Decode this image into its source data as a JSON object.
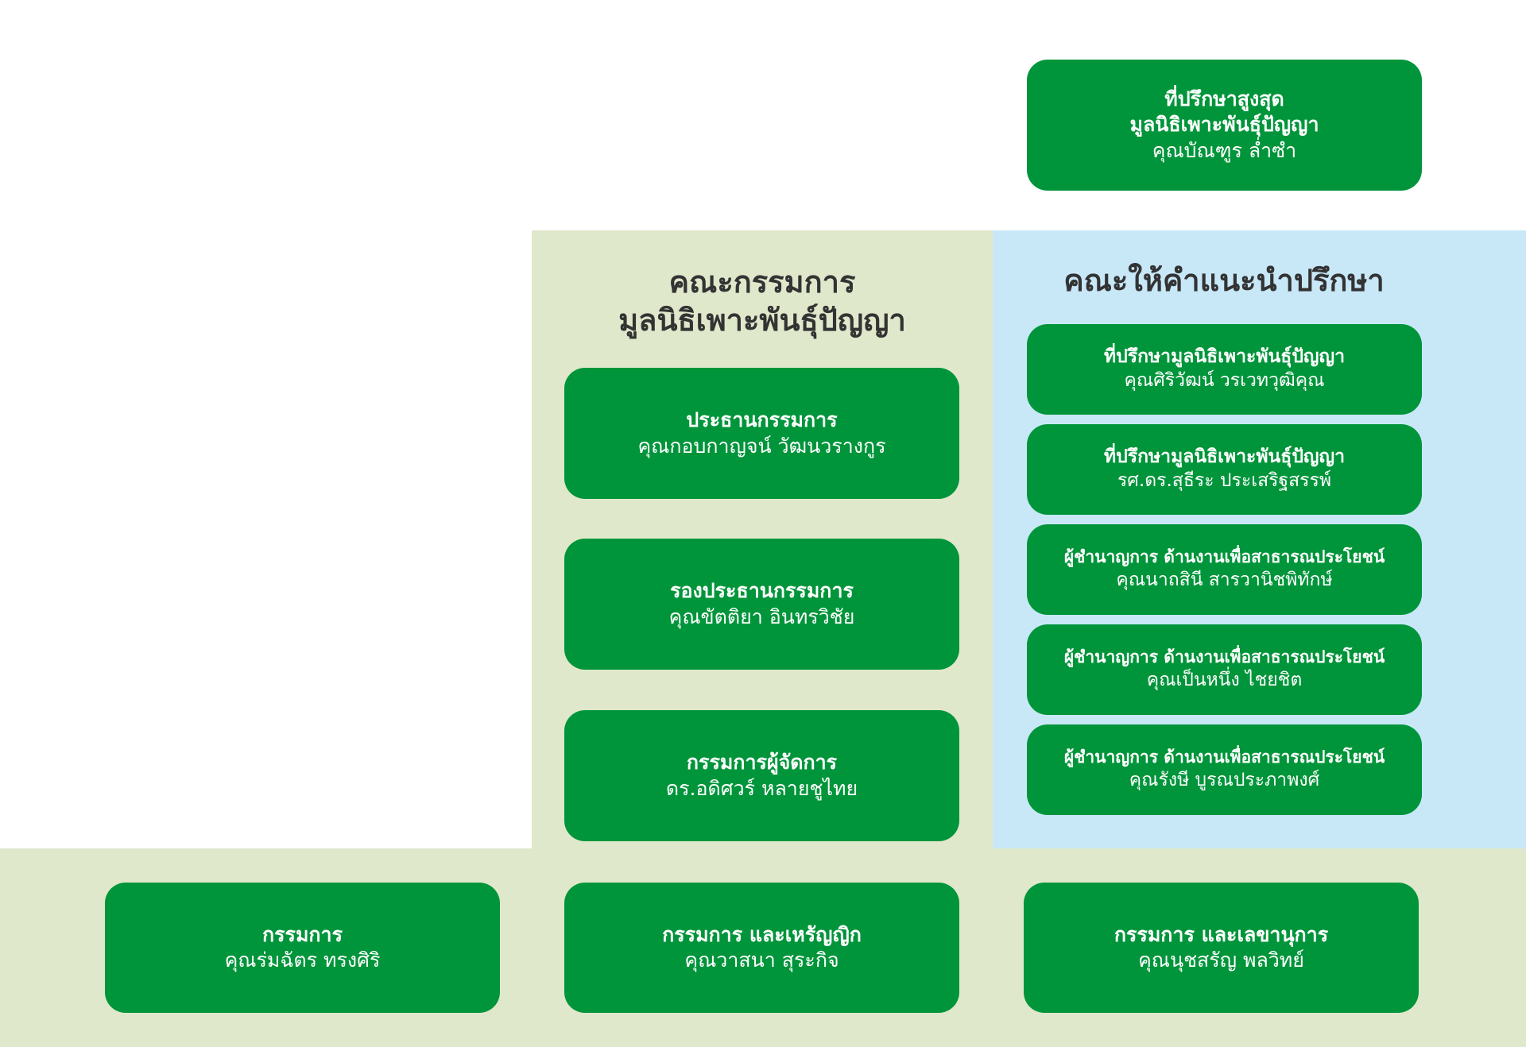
{
  "top_advisor": {
    "role_line1": "ที่ปรึกษาสูงสุด",
    "role_line2": "มูลนิธิเพาะพันธุ์ปัญญา",
    "name": "คุณบัณฑูร ล่ำซำ"
  },
  "board": {
    "title_line1": "คณะกรรมการ",
    "title_line2": "มูลนิธิเพาะพันธุ์ปัญญา",
    "members": [
      {
        "role": "ประธานกรรมการ",
        "name": "คุณกอบกาญจน์ วัฒนวรางกูร"
      },
      {
        "role": "รองประธานกรรมการ",
        "name": "คุณขัตติยา อินทรวิชัย"
      },
      {
        "role": "กรรมการผู้จัดการ",
        "name": "ดร.อดิศวร์ หลายชูไทย"
      }
    ]
  },
  "advisory": {
    "title": "คณะให้คำแนะนำปรึกษา",
    "members": [
      {
        "role": "ที่ปรึกษามูลนิธิเพาะพันธุ์ปัญญา",
        "name": "คุณศิริวัฒน์ วรเวทวุฒิคุณ"
      },
      {
        "role": "ที่ปรึกษามูลนิธิเพาะพันธุ์ปัญญา",
        "name": "รศ.ดร.สุธีระ ประเสริฐสรรพ์"
      },
      {
        "role": "ผู้ชำนาญการ ด้านงานเพื่อสาธารณประโยชน์",
        "name": "คุณนาถสินี สารวานิชพิทักษ์"
      },
      {
        "role": "ผู้ชำนาญการ ด้านงานเพื่อสาธารณประโยชน์",
        "name": "คุณเป็นหนึ่ง ไชยชิต"
      },
      {
        "role": "ผู้ชำนาญการ ด้านงานเพื่อสาธารณประโยชน์",
        "name": "คุณรังษี บูรณประภาพงศ์"
      }
    ]
  },
  "directors": [
    {
      "role": "กรรมการ",
      "name": "คุณร่มฉัตร ทรงศิริ"
    },
    {
      "role": "กรรมการ และเหรัญญิก",
      "name": "คุณวาสนา สุระกิจ"
    },
    {
      "role": "กรรมการ และเลขานุการ",
      "name": "คุณนุชสรัญ พลวิทย์"
    }
  ],
  "colors": {
    "box": "#00953a",
    "board_bg": "#dfe8cb",
    "advisory_bg": "#c8e8f8",
    "title_text": "#333333"
  }
}
